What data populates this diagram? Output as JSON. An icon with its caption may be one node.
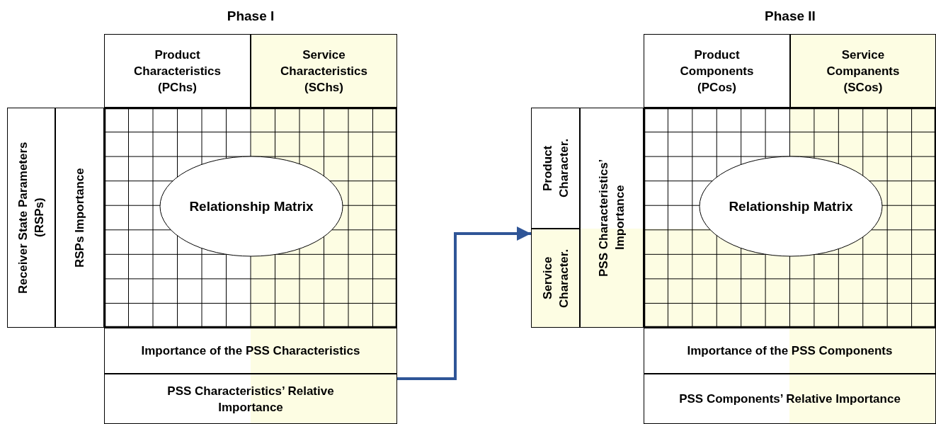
{
  "diagram": {
    "nodes": [
      {
        "text": [
          "Product Characteristics (PChs)"
        ]
      },
      {
        "text": [
          "Service Characteristics (SChs)"
        ]
      },
      {
        "text": [
          "Receiver State Parameters (RSPs)"
        ]
      },
      {
        "text": [
          "RSPs Importance"
        ]
      },
      {
        "text": [
          "Relationship Matrix"
        ]
      },
      {
        "text": [
          "Importance of the PSS Characteristics"
        ]
      },
      {
        "text": [
          "PSS Characteristics’ Relative Importance"
        ]
      },
      {
        "text": [
          "Product Components (PCos)"
        ]
      },
      {
        "text": [
          "Service Companents (SCos)"
        ]
      },
      {
        "text": [
          "Product Character."
        ]
      },
      {
        "text": [
          "Service Character."
        ]
      },
      {
        "text": [
          "PSS Characteristics’ Importance"
        ]
      },
      {
        "text": [
          "Relationship Matrix"
        ]
      },
      {
        "text": [
          "Importance of the PSS Components"
        ]
      },
      {
        "text": [
          "PSS Components’ Relative Importance"
        ]
      }
    ],
    "edges": [
      {
        "from": 6,
        "to": 10,
        "arrow": "to"
      }
    ],
    "labels": [
      "Phase I",
      "Phase II"
    ]
  }
}
